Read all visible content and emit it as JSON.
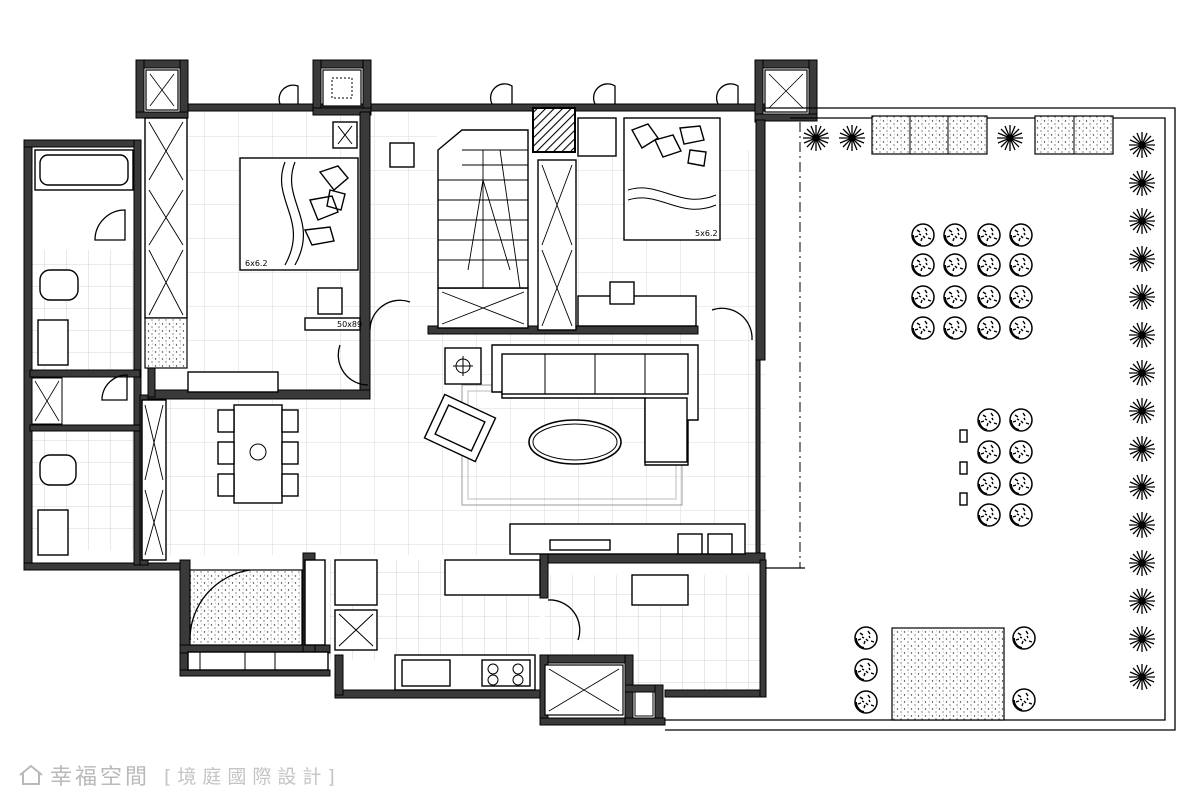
{
  "plan_labels": {
    "bed_master": "6x6.2",
    "bed_second": "5x6.2",
    "wardrobe": "50x89"
  },
  "watermark": {
    "brand": "幸福空間",
    "designer": "[境庭國際設計]",
    "logo_icon": "house-outline-icon"
  }
}
